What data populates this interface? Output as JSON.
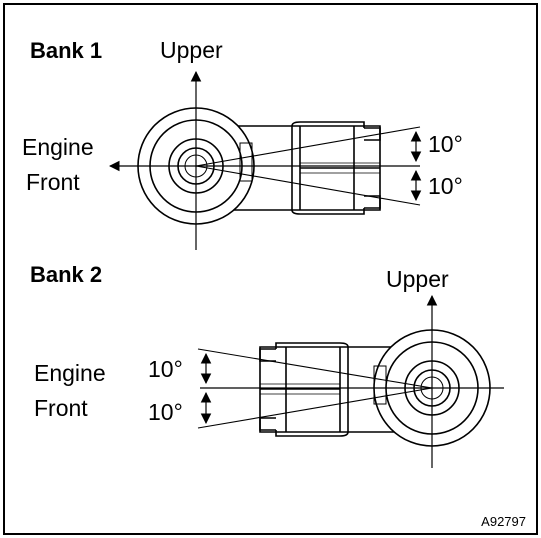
{
  "figure": {
    "code": "A92797",
    "bank1": {
      "title": "Bank 1",
      "upper": "Upper",
      "engine": "Engine",
      "front": "Front",
      "angle_top": "10°",
      "angle_bottom": "10°"
    },
    "bank2": {
      "title": "Bank 2",
      "upper": "Upper",
      "engine": "Engine",
      "front": "Front",
      "angle_top": "10°",
      "angle_bottom": "10°"
    }
  }
}
